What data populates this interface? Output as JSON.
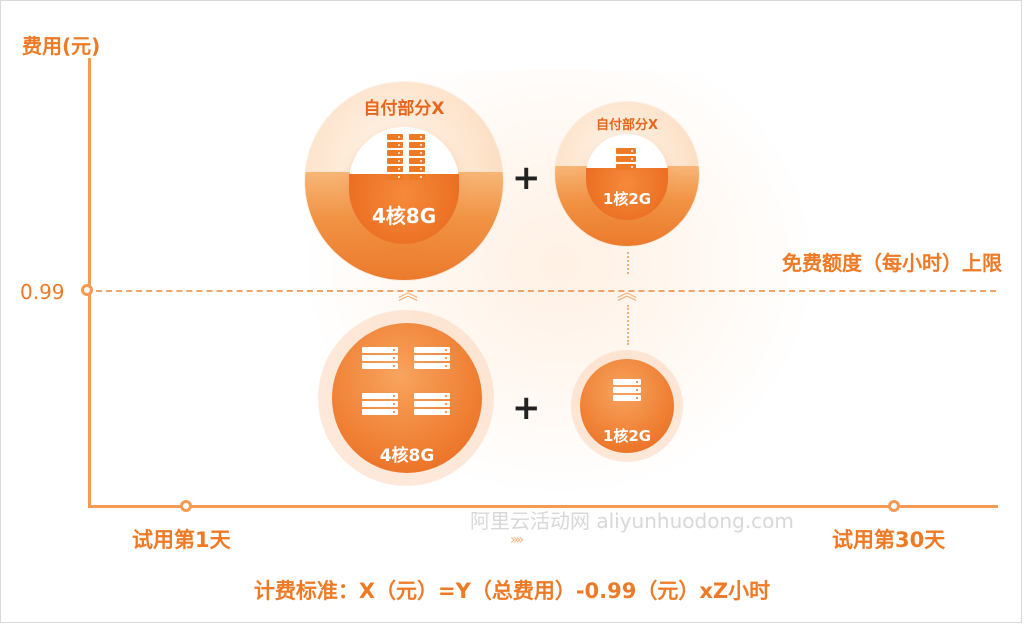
{
  "axis": {
    "y_title": "费用(元)",
    "y_tick": "0.99",
    "limit_label": "免费额度（每小时）上限",
    "x_start": "试用第1天",
    "x_end": "试用第30天"
  },
  "top": {
    "large": {
      "self_label": "自付部分X",
      "spec": "4核8G"
    },
    "small": {
      "self_label": "自付部分X",
      "spec": "1核2G"
    }
  },
  "bottom": {
    "large": {
      "spec": "4核8G"
    },
    "small": {
      "spec": "1核2G"
    }
  },
  "operators": {
    "plus": "+"
  },
  "arrows": {
    "up": "︽",
    "right": "»»"
  },
  "formula": "计费标准：X（元）=Y（总费用）-0.99（元）xZ小时",
  "watermark": "阿里云活动网 aliyunhuodong.com",
  "colors": {
    "accent": "#ee7a26",
    "accent_dark": "#e8661c",
    "axis": "#f39a55"
  }
}
